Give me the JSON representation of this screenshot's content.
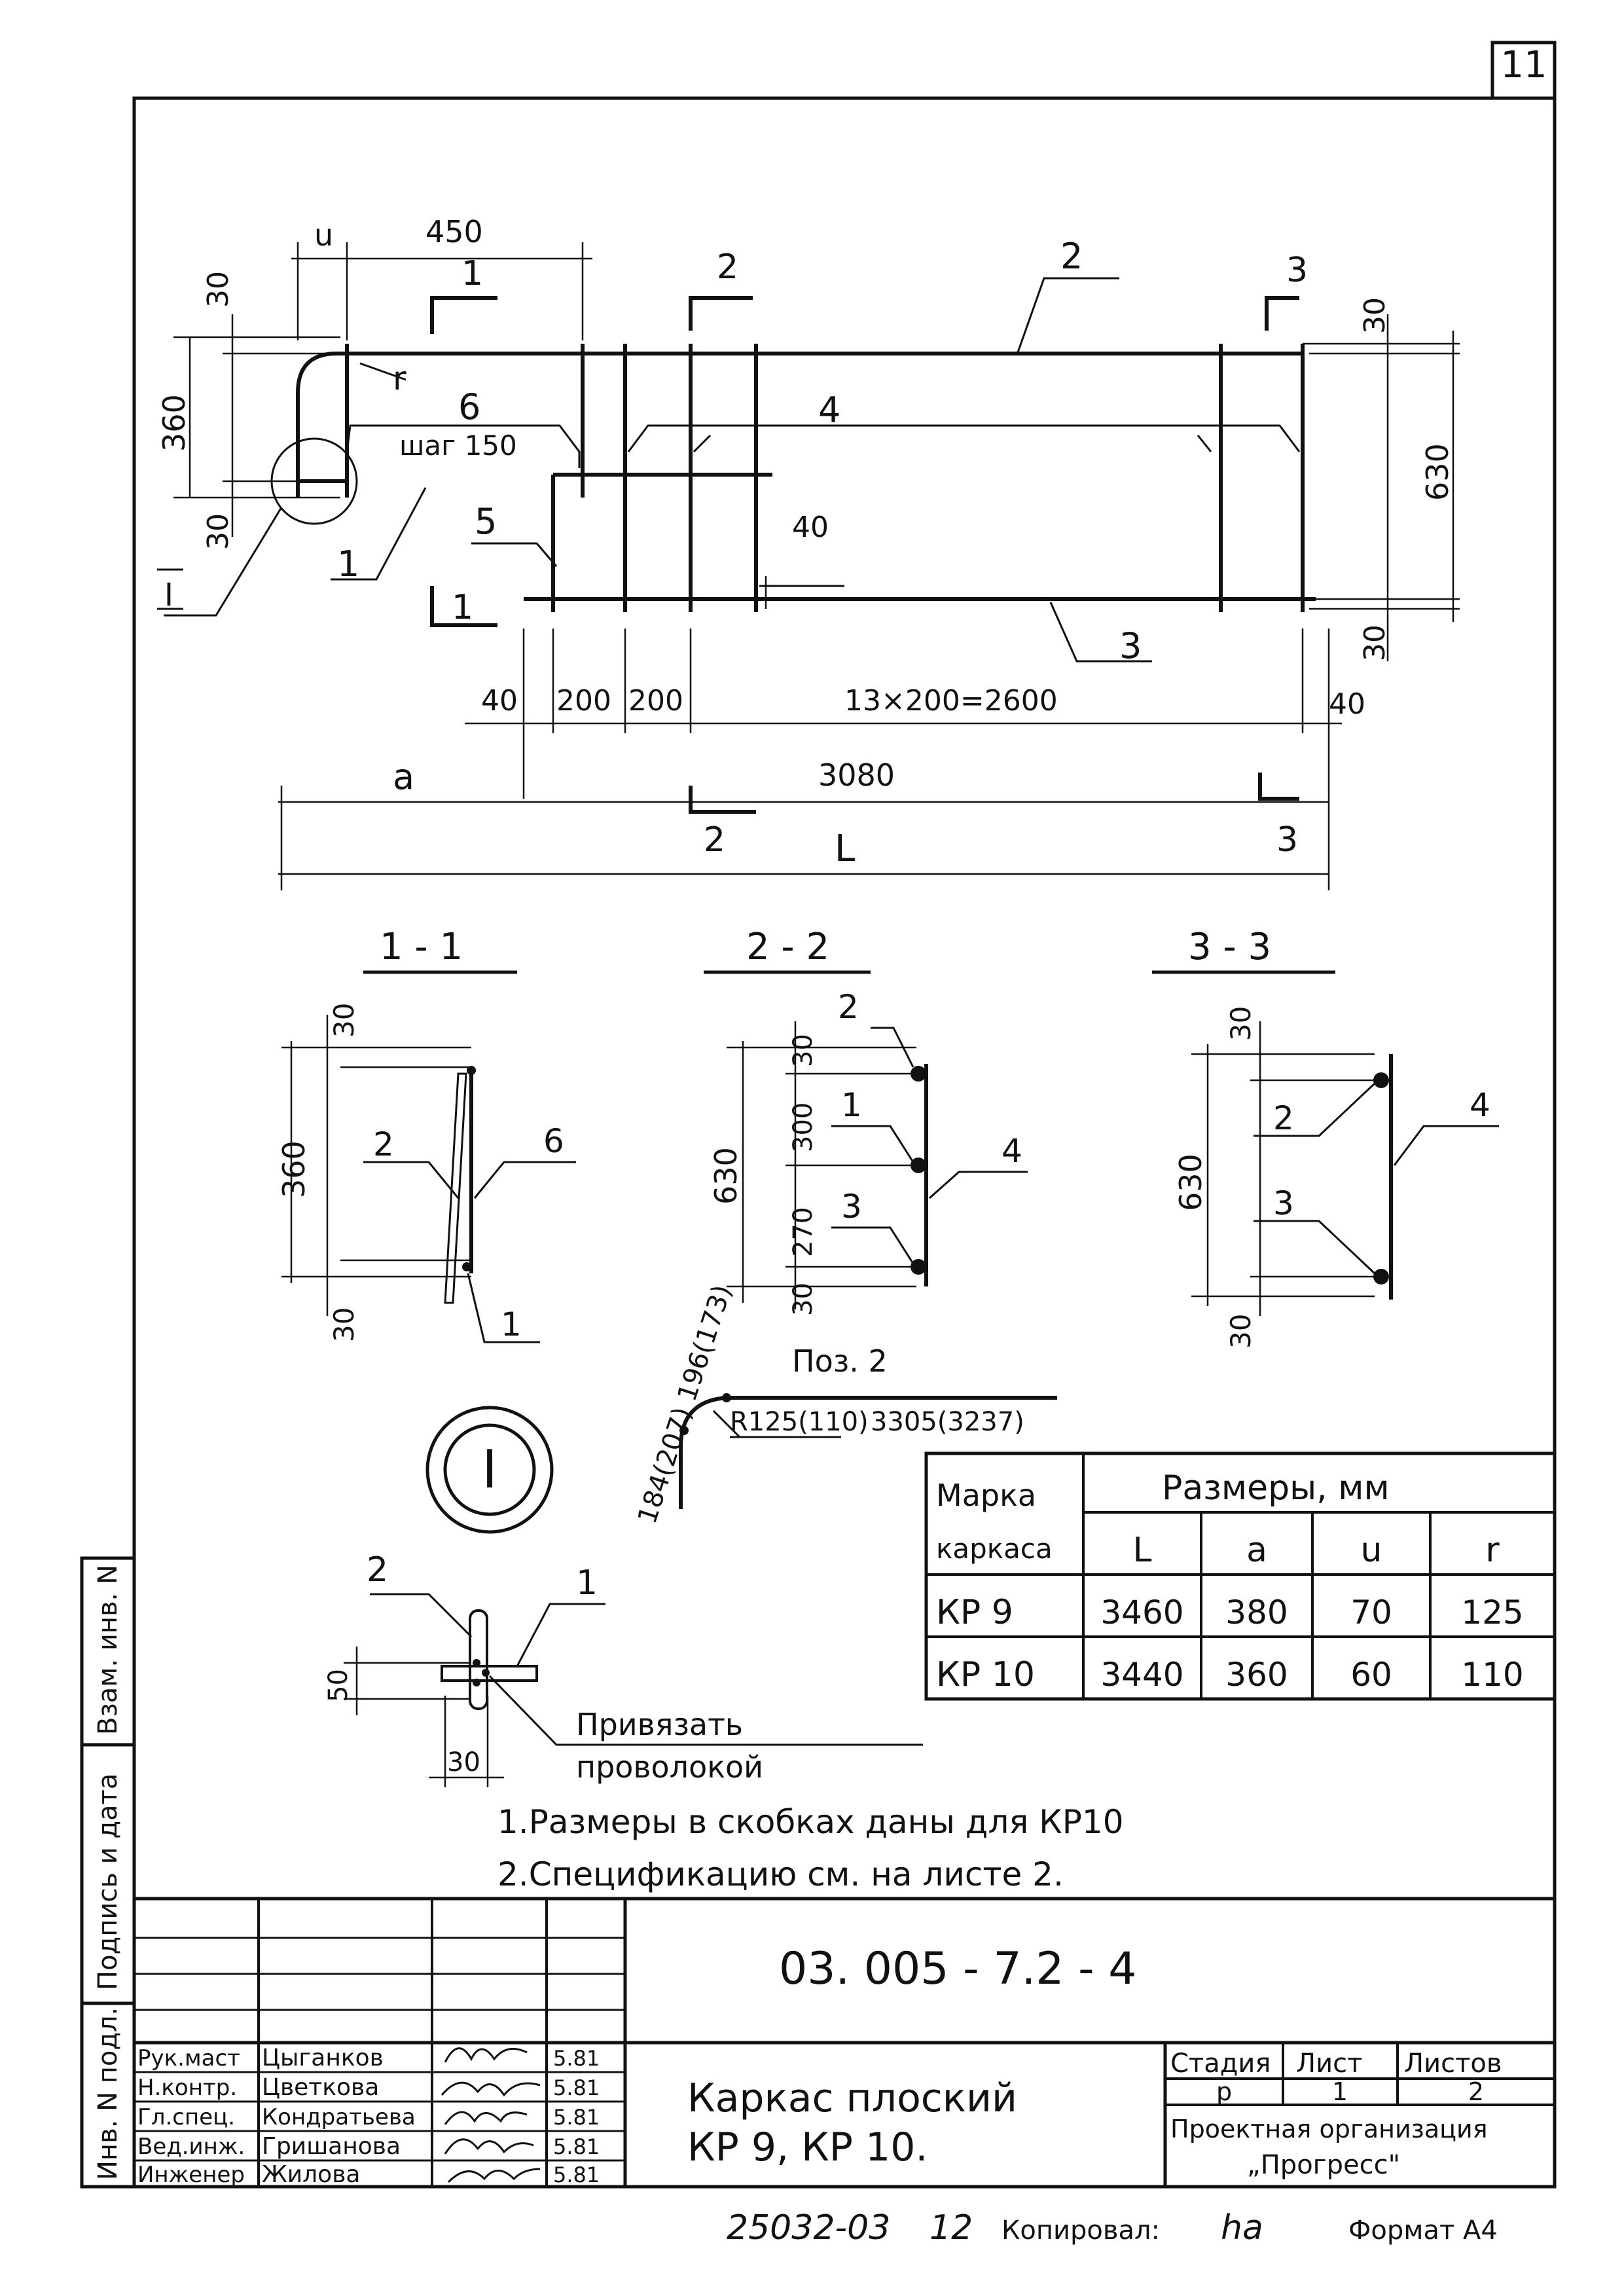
{
  "sheet_number": "11",
  "elevation": {
    "dims": {
      "u": "u",
      "d450": "450",
      "d30_top": "30",
      "d360": "360",
      "d30_left": "30",
      "d30_right_top": "30",
      "d630": "630",
      "d30_right_bottom": "30",
      "d40_mid": "40",
      "d40_left": "40",
      "d200_a": "200",
      "d200_b": "200",
      "d_span": "13×200=2600",
      "d40_right": "40",
      "a": "a",
      "d3080": "3080",
      "L": "L"
    },
    "labels": {
      "r": "r",
      "pos6": "6",
      "step": "шаг 150",
      "pos4": "4",
      "pos5": "5",
      "pos1": "1",
      "pos2": "2",
      "pos3": "3",
      "detail_I": "I"
    },
    "section_marks": {
      "s1_top": "1",
      "s1_bottom": "1",
      "s2_top": "2",
      "s2_bottom": "2",
      "s3_top": "3",
      "s3_bottom": "3"
    }
  },
  "sections": {
    "s11": {
      "title": "1 - 1",
      "d30a": "30",
      "d360": "360",
      "d30b": "30",
      "p2": "2",
      "p6": "6",
      "p1": "1"
    },
    "s22": {
      "title": "2 - 2",
      "d30a": "30",
      "d300": "300",
      "d270": "270",
      "d30b": "30",
      "d630": "630",
      "p2": "2",
      "p1": "1",
      "p3": "3",
      "p4": "4"
    },
    "s33": {
      "title": "3 - 3",
      "d30a": "30",
      "d630": "630",
      "d30b": "30",
      "p2": "2",
      "p3": "3",
      "p4": "4"
    }
  },
  "pos2": {
    "title": "Поз. 2",
    "vertical": "184(207) 196(173)",
    "radius": "R125(110)",
    "length": "3305(3237)"
  },
  "detail": {
    "mark": "I",
    "p2": "2",
    "p1": "1",
    "d50": "50",
    "d30": "30",
    "tie1": "Привязать",
    "tie2": "проволокой"
  },
  "table": {
    "header_col1_a": "Марка",
    "header_col1_b": "каркаса",
    "header_group": "Размеры, мм",
    "subheaders": [
      "L",
      "a",
      "u",
      "r"
    ],
    "rows": [
      {
        "mark": "КР 9",
        "L": "3460",
        "a": "380",
        "u": "70",
        "r": "125"
      },
      {
        "mark": "КР 10",
        "L": "3440",
        "a": "360",
        "u": "60",
        "r": "110"
      }
    ]
  },
  "notes": [
    "1.Размеры в скобках даны для КР10",
    "2.Спецификацию см. на листе 2."
  ],
  "side_stamp": {
    "vzam": "Взам. инв. N",
    "podpis": "Подпись и дата",
    "inv": "Инв. N подл."
  },
  "title_block": {
    "code": "03. 005 - 7.2 - 4",
    "title_line1": "Каркас плоский",
    "title_line2": "КР 9, КР 10.",
    "stage_label": "Стадия",
    "sheet_label": "Лист",
    "sheets_label": "Листов",
    "stage": "р",
    "sheet": "1",
    "sheets": "2",
    "org_line1": "Проектная организация",
    "org_line2": "„Прогресс\"",
    "people": [
      {
        "role": "Рук.маст",
        "name": "Цыганков",
        "date": "5.81"
      },
      {
        "role": "Н.контр.",
        "name": "Цветкова",
        "date": "5.81"
      },
      {
        "role": "Гл.спец.",
        "name": "Кондратьева",
        "date": "5.81"
      },
      {
        "role": "Вед.инж.",
        "name": "Гришанова",
        "date": "5.81"
      },
      {
        "role": "Инженер",
        "name": "Жилова",
        "date": "5.81"
      }
    ]
  },
  "footer": {
    "doc": "25032-03",
    "page": "12",
    "copied": "Копировал:",
    "copier": "ha",
    "format": "Формат А4"
  }
}
